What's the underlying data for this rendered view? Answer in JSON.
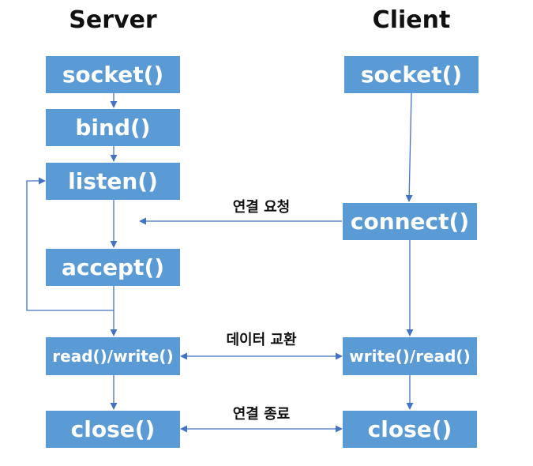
{
  "columns": {
    "server": "Server",
    "client": "Client"
  },
  "server_nodes": {
    "socket": "socket()",
    "bind": "bind()",
    "listen": "listen()",
    "accept": "accept()",
    "read_write": "read()/write()",
    "close": "close()"
  },
  "client_nodes": {
    "socket": "socket()",
    "connect": "connect()",
    "write_read": "write()/read()",
    "close": "close()"
  },
  "edge_labels": {
    "connect_request": "연결 요청",
    "data_exchange": "데이터 교환",
    "connection_close": "연결 종료"
  },
  "colors": {
    "node_fill": "#5b9bd5",
    "connector": "#4472c4"
  }
}
